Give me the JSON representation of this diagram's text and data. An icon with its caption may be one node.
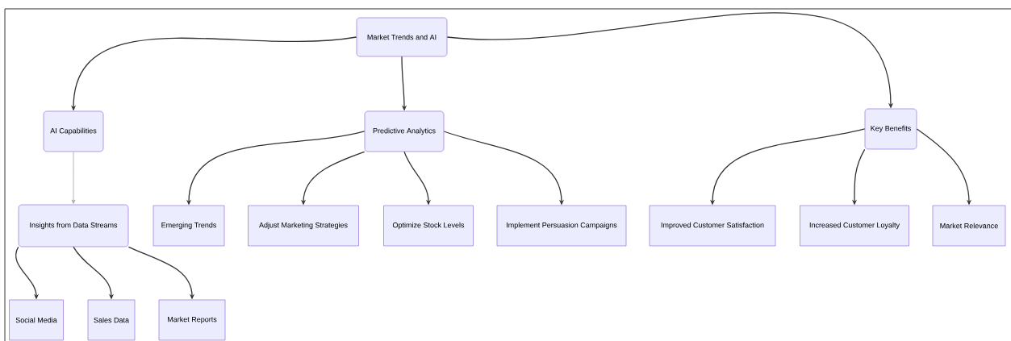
{
  "diagram": {
    "nodes": [
      {
        "text": [
          "Market Trends and AI"
        ]
      },
      {
        "text": [
          "AI Capabilities"
        ]
      },
      {
        "text": [
          "Predictive Analytics"
        ]
      },
      {
        "text": [
          "Key Benefits"
        ]
      },
      {
        "text": [
          "Insights from Data Streams"
        ]
      },
      {
        "text": [
          "Emerging Trends"
        ]
      },
      {
        "text": [
          "Adjust Marketing Strategies"
        ]
      },
      {
        "text": [
          "Optimize Stock Levels"
        ]
      },
      {
        "text": [
          "Implement Persuasion Campaigns"
        ]
      },
      {
        "text": [
          "Improved Customer Satisfaction"
        ]
      },
      {
        "text": [
          "Increased Customer Loyalty"
        ]
      },
      {
        "text": [
          "Market Relevance"
        ]
      },
      {
        "text": [
          "Social Media"
        ]
      },
      {
        "text": [
          "Sales Data"
        ]
      },
      {
        "text": [
          "Market Reports"
        ]
      }
    ],
    "edges": [
      {
        "from": 0,
        "to": 1,
        "arrow": "to"
      },
      {
        "from": 0,
        "to": 2,
        "arrow": "to"
      },
      {
        "from": 0,
        "to": 3,
        "arrow": "to"
      },
      {
        "from": 1,
        "to": 4,
        "arrow": "to",
        "color": "#aaaaaa"
      },
      {
        "from": 2,
        "to": 5,
        "arrow": "to"
      },
      {
        "from": 2,
        "to": 6,
        "arrow": "to"
      },
      {
        "from": 2,
        "to": 7,
        "arrow": "to"
      },
      {
        "from": 2,
        "to": 8,
        "arrow": "to"
      },
      {
        "from": 3,
        "to": 9,
        "arrow": "to"
      },
      {
        "from": 3,
        "to": 10,
        "arrow": "to"
      },
      {
        "from": 3,
        "to": 11,
        "arrow": "to"
      },
      {
        "from": 4,
        "to": 12,
        "arrow": "to"
      },
      {
        "from": 4,
        "to": 13,
        "arrow": "to"
      },
      {
        "from": 4,
        "to": 14,
        "arrow": "to"
      }
    ]
  }
}
